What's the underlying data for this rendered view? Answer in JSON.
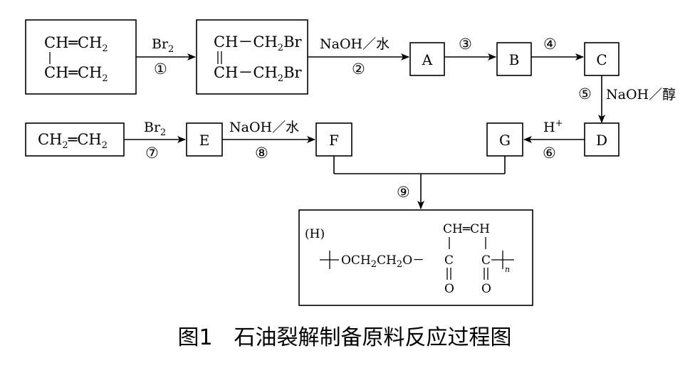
{
  "start1": {
    "line1": "CH═CH",
    "line1_sub": "2",
    "line2": "CH═CH",
    "line2_sub": "2"
  },
  "step1": {
    "reagent": "Br",
    "reagent_sub": "2",
    "number": "①"
  },
  "dibromide": {
    "line1a": "CH",
    "line1b": "－CH",
    "line1_sub": "2",
    "line1c": "Br",
    "line2a": "CH",
    "line2b": "－CH",
    "line2_sub": "2",
    "line2c": "Br"
  },
  "step2": {
    "reagent": "NaOH／水",
    "number": "②"
  },
  "box_a": "A",
  "step3": {
    "number": "③"
  },
  "box_b": "B",
  "step4": {
    "number": "④"
  },
  "box_c": "C",
  "step5": {
    "number": "⑤",
    "reagent": "NaOH／醇"
  },
  "box_d": "D",
  "step6": {
    "reagent": "H",
    "reagent_sup": "+",
    "number": "⑥"
  },
  "box_g": "G",
  "start2": {
    "a": "CH",
    "a_sub": "2",
    "b": "═CH",
    "b_sub": "2"
  },
  "step7": {
    "reagent": "Br",
    "reagent_sub": "2",
    "number": "⑦"
  },
  "box_e": "E",
  "step8": {
    "reagent": "NaOH／水",
    "number": "⑧"
  },
  "box_f": "F",
  "step9": {
    "number": "⑨"
  },
  "product": {
    "label": "(H)",
    "chain_a": "OCH",
    "chain_sub1": "2",
    "chain_b": "CH",
    "chain_sub2": "2",
    "chain_c": "O－",
    "top": "CH═CH",
    "carbon": "C",
    "oxygen": "O",
    "repeat": "n"
  },
  "caption": "图1　石油裂解制备原料反应过程图"
}
